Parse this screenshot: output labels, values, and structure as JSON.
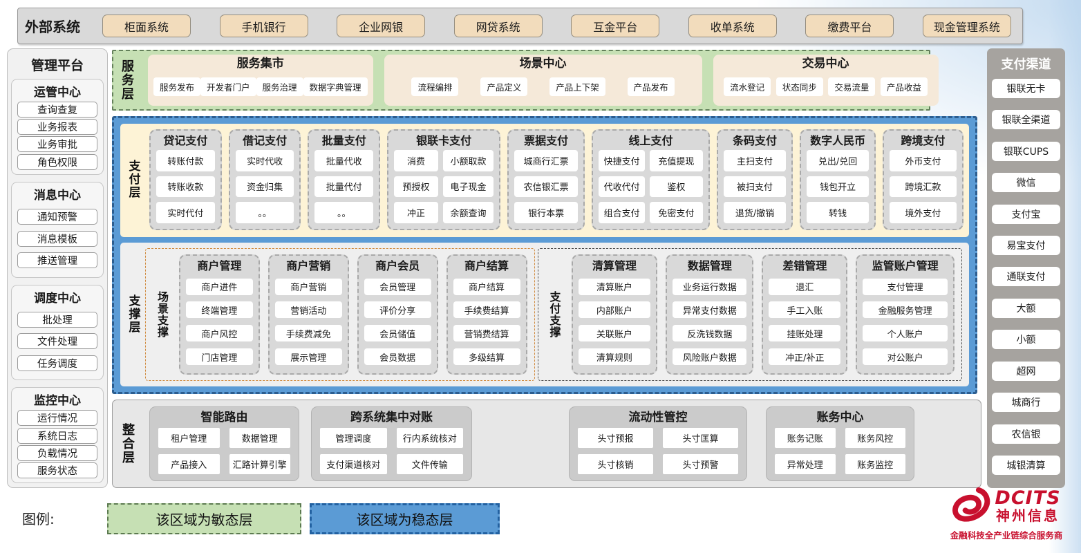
{
  "colors": {
    "stable_blue": "#5B9BD5",
    "agile_green": "#C6E0B4",
    "external_beige": "#F2DCBC",
    "card_gray": "#D9D9D9",
    "brand_red": "#C8102E"
  },
  "external_systems": {
    "title": "外部系统",
    "items": [
      "柜面系统",
      "手机银行",
      "企业网银",
      "网贷系统",
      "互金平台",
      "收单系统",
      "缴费平台",
      "现金管理系统"
    ]
  },
  "management_platform": {
    "title": "管理平台",
    "groups": [
      {
        "title": "运管中心",
        "items": [
          "查询查复",
          "业务报表",
          "业务审批",
          "角色权限"
        ]
      },
      {
        "title": "消息中心",
        "items": [
          "通知预警",
          "消息模板",
          "推送管理"
        ]
      },
      {
        "title": "调度中心",
        "items": [
          "批处理",
          "文件处理",
          "任务调度"
        ]
      },
      {
        "title": "监控中心",
        "items": [
          "运行情况",
          "系统日志",
          "负载情况",
          "服务状态"
        ]
      }
    ]
  },
  "service_layer": {
    "label": "服务层",
    "panels": [
      {
        "title": "服务集市",
        "items": [
          "服务发布",
          "开发者门户",
          "服务治理",
          "数据字典管理"
        ]
      },
      {
        "title": "场景中心",
        "items": [
          "流程编排",
          "产品定义",
          "产品上下架",
          "产品发布"
        ]
      },
      {
        "title": "交易中心",
        "items": [
          "流水登记",
          "状态同步",
          "交易流量",
          "产品收益"
        ]
      }
    ]
  },
  "payment_layer": {
    "label": "支付层",
    "cards": [
      {
        "title": "贷记支付",
        "items": [
          "转账付款",
          "转账收款",
          "实时代付"
        ]
      },
      {
        "title": "借记支付",
        "items": [
          "实时代收",
          "资金归集",
          "。。"
        ]
      },
      {
        "title": "批量支付",
        "items": [
          "批量代收",
          "批量代付",
          "。。"
        ]
      },
      {
        "title": "银联卡支付",
        "items": [
          "消费",
          "小额取款",
          "预授权",
          "电子现金",
          "冲正",
          "余额查询"
        ]
      },
      {
        "title": "票据支付",
        "items": [
          "城商行汇票",
          "农信银汇票",
          "银行本票"
        ]
      },
      {
        "title": "线上支付",
        "items": [
          "快捷支付",
          "充值提现",
          "代收代付",
          "鉴权",
          "组合支付",
          "免密支付"
        ]
      },
      {
        "title": "条码支付",
        "items": [
          "主扫支付",
          "被扫支付",
          "退货/撤销"
        ]
      },
      {
        "title": "数字人民币",
        "items": [
          "兑出/兑回",
          "钱包开立",
          "转钱"
        ]
      },
      {
        "title": "跨境支付",
        "items": [
          "外币支付",
          "跨境汇款",
          "境外支付"
        ]
      }
    ]
  },
  "support_layer": {
    "label": "支撑层",
    "groups": [
      {
        "label": "场景支撑",
        "cards": [
          {
            "title": "商户管理",
            "items": [
              "商户进件",
              "终端管理",
              "商户风控",
              "门店管理"
            ]
          },
          {
            "title": "商户营销",
            "items": [
              "商户营销",
              "营销活动",
              "手续费减免",
              "展示管理"
            ]
          },
          {
            "title": "商户会员",
            "items": [
              "会员管理",
              "评价分享",
              "会员储值",
              "会员数据"
            ]
          },
          {
            "title": "商户结算",
            "items": [
              "商户结算",
              "手续费结算",
              "营销费结算",
              "多级结算"
            ]
          }
        ]
      },
      {
        "label": "支付支撑",
        "cards": [
          {
            "title": "清算管理",
            "items": [
              "清算账户",
              "内部账户",
              "关联账户",
              "清算规则"
            ]
          },
          {
            "title": "数据管理",
            "items": [
              "业务运行数据",
              "异常支付数据",
              "反洗钱数据",
              "风险账户数据"
            ]
          },
          {
            "title": "差错管理",
            "items": [
              "退汇",
              "手工入账",
              "挂账处理",
              "冲正/补正"
            ]
          },
          {
            "title": "监管账户管理",
            "items": [
              "支付管理",
              "金融服务管理",
              "个人账户",
              "对公账户"
            ]
          }
        ]
      }
    ]
  },
  "integration_layer": {
    "label": "整合层",
    "cards": [
      {
        "title": "智能路由",
        "items": [
          "租户管理",
          "数据管理",
          "产品接入",
          "汇路计算引擎"
        ]
      },
      {
        "title": "跨系统集中对账",
        "items": [
          "管理调度",
          "行内系统核对",
          "支付渠道核对",
          "文件传输"
        ]
      },
      {
        "title": "流动性管控",
        "items": [
          "头寸预报",
          "头寸匡算",
          "头寸核销",
          "头寸预警"
        ]
      },
      {
        "title": "账务中心",
        "items": [
          "账务记账",
          "账务风控",
          "异常处理",
          "账务监控"
        ]
      }
    ]
  },
  "payment_channels": {
    "title": "支付渠道",
    "items": [
      "银联无卡",
      "银联全渠道",
      "银联CUPS",
      "微信",
      "支付宝",
      "易宝支付",
      "通联支付",
      "大额",
      "小额",
      "超网",
      "城商行",
      "农信银",
      "城银清算"
    ]
  },
  "legend": {
    "title": "图例:",
    "items": [
      {
        "label": "该区域为敏态层",
        "type": "green"
      },
      {
        "label": "该区域为稳态层",
        "type": "blue"
      }
    ]
  },
  "logo": {
    "name": "DCITS",
    "company": "神州信息",
    "tagline": "金融科技全产业链综合服务商"
  }
}
